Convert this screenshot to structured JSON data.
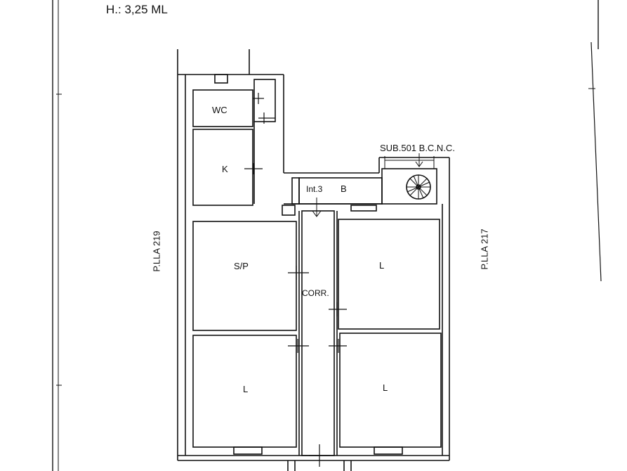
{
  "header": {
    "height_label": "H.: 3,25 ML"
  },
  "rooms": {
    "wc": "WC",
    "kitchen": "K",
    "sp": "S/P",
    "int": "Int.3",
    "balcony": "B",
    "corridor": "CORR.",
    "room_upper_right": "L",
    "room_lower_left": "L",
    "room_lower_right": "L"
  },
  "neighbors": {
    "left": "P.LLA 219",
    "right": "P.LLA 217",
    "stair": "SUB.501 B.C.N.C."
  }
}
